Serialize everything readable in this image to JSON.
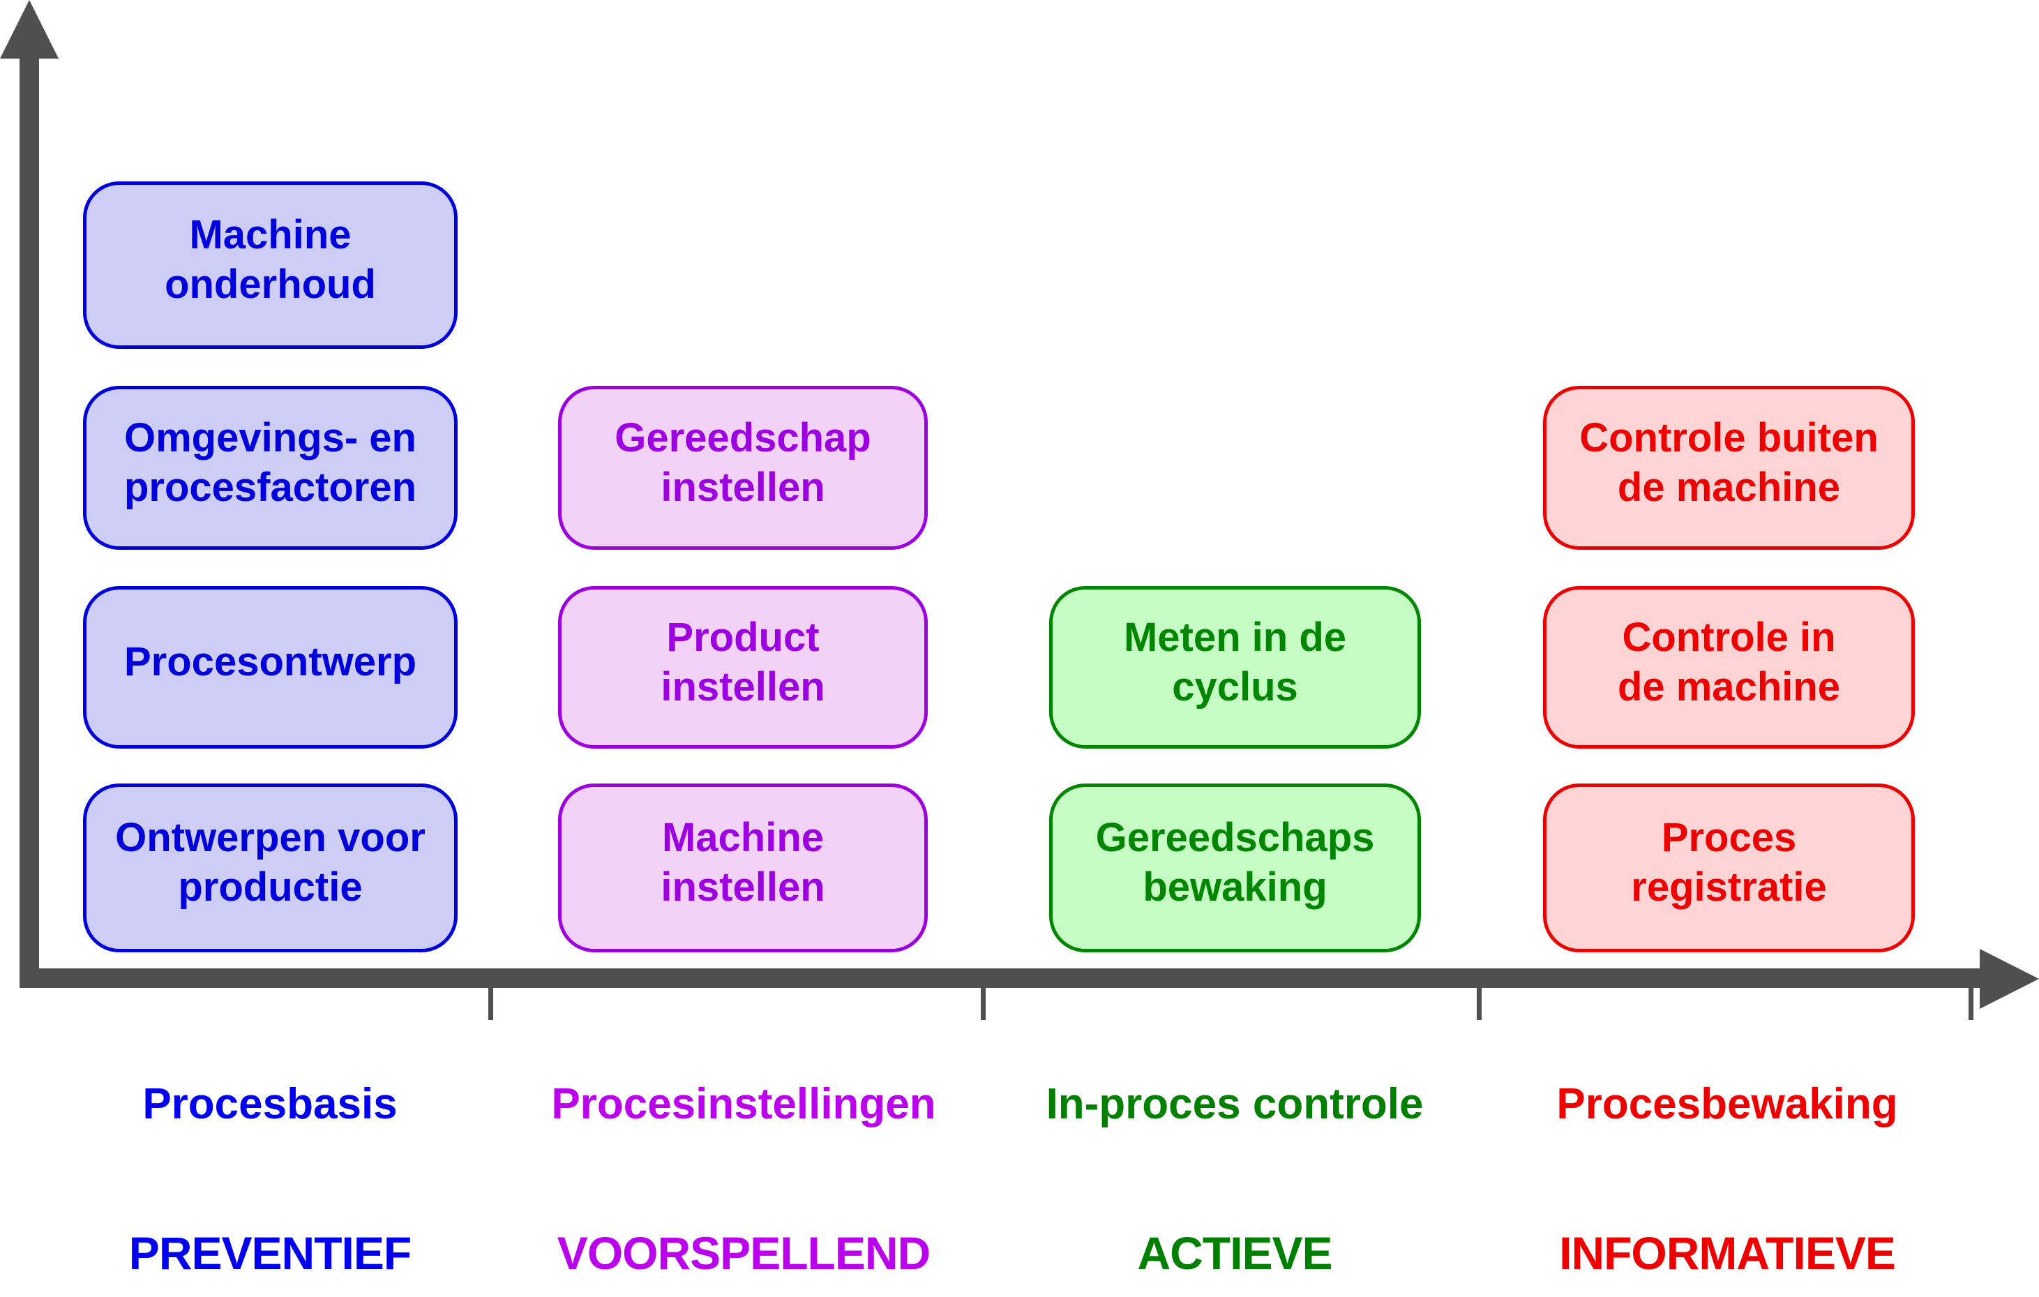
{
  "diagram": {
    "axis": {
      "color": "#4f4f4f",
      "tick_count": 4,
      "orientation": "L-shaped axis: vertical arrow up at left, horizontal arrow right at bottom"
    },
    "columns": [
      {
        "category_label": "Procesbasis",
        "type_label": "PREVENTIEF",
        "colors": {
          "stroke": "#0000dd",
          "fill": "#cdcdf5",
          "label": "#0000ee"
        },
        "boxes": [
          {
            "label": "Machine\nonderhoud"
          },
          {
            "label": "Omgevings- en\nprocesfactoren"
          },
          {
            "label": "Procesontwerp"
          },
          {
            "label": "Ontwerpen voor\nproductie"
          }
        ]
      },
      {
        "category_label": "Procesinstellingen",
        "type_label": "VOORSPELLEND",
        "colors": {
          "stroke": "#9d00e0",
          "fill": "#f3d2f8",
          "label": "#bb00ee"
        },
        "boxes": [
          {
            "label": "Gereedschap\ninstellen"
          },
          {
            "label": "Product\ninstellen"
          },
          {
            "label": "Machine\ninstellen"
          }
        ]
      },
      {
        "category_label": "In-proces controle",
        "type_label": "ACTIEVE",
        "colors": {
          "stroke": "#008600",
          "fill": "#c5fdc5",
          "label": "#008000"
        },
        "boxes": [
          {
            "label": "Meten in de\ncyclus"
          },
          {
            "label": "Gereedschaps\nbewaking"
          }
        ]
      },
      {
        "category_label": "Procesbewaking",
        "type_label": "INFORMATIEVE",
        "colors": {
          "stroke": "#ee0000",
          "fill": "#ffd4d4",
          "label": "#ee0000"
        },
        "boxes": [
          {
            "label": "Controle buiten\nde machine"
          },
          {
            "label": "Controle in\nde machine"
          },
          {
            "label": "Proces\nregistratie"
          }
        ]
      }
    ]
  }
}
